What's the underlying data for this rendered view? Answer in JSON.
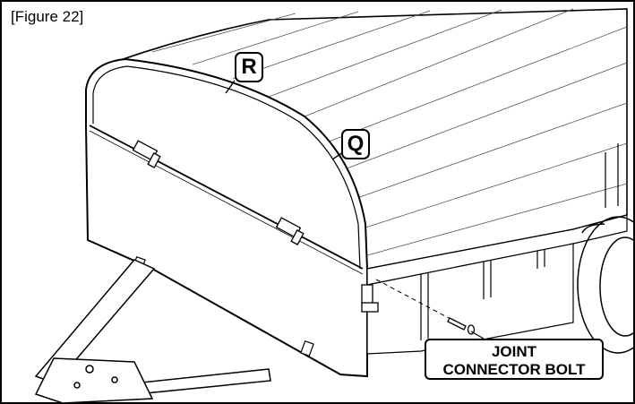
{
  "figure": {
    "label": "[Figure 22]"
  },
  "callouts": {
    "r": "R",
    "q": "Q"
  },
  "part_label": {
    "line1": "JOINT",
    "line2": "CONNECTOR BOLT"
  }
}
